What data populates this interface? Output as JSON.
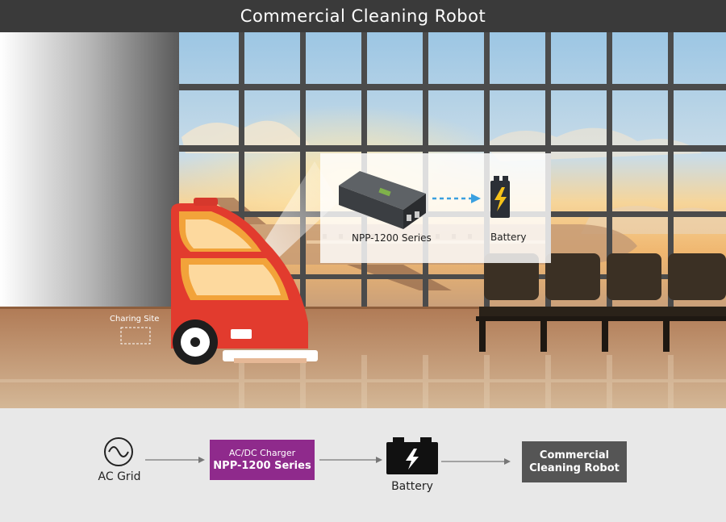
{
  "title": "Commercial Cleaning Robot",
  "scene": {
    "charging_site_label": "Charing Site",
    "callout": {
      "charger_label": "NPP-1200 Series",
      "battery_label": "Battery"
    }
  },
  "flow": {
    "ac_grid_label": "AC Grid",
    "charger_sub_label": "AC/DC Charger",
    "charger_main_label": "NPP-1200 Series",
    "battery_label": "Battery",
    "robot_line1": "Commercial",
    "robot_line2": "Cleaning Robot"
  },
  "colors": {
    "title_bar": "#3a3a3a",
    "charger_box": "#8f2a8c",
    "robot_box": "#555555",
    "robot_body": "#e23b2e",
    "robot_stripe": "#f2a33a",
    "arrow_dashed": "#3aa0e0",
    "battery_bolt": "#f6c21a"
  }
}
